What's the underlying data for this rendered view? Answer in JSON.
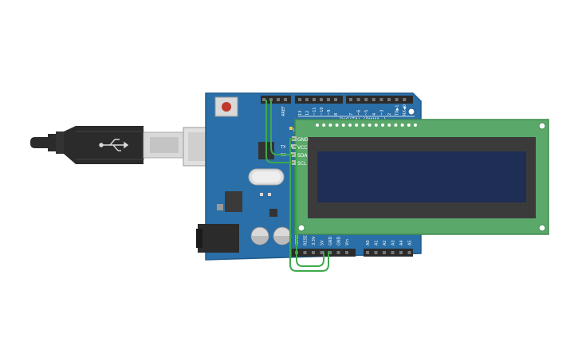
{
  "board": {
    "digital_label": "DIGITAL (PWM~)",
    "aref_label": "AREF",
    "l_label": "L",
    "tx_label": "TX",
    "rx_label": "RX",
    "top_pins": [
      "13",
      "12",
      "~11",
      "~10",
      "~9",
      "8",
      "7",
      "~6",
      "~5",
      "4",
      "~3",
      "2",
      "TX▶1",
      "RX◀0"
    ],
    "power_pins": [
      "IOREF",
      "RESET",
      "3.3V",
      "5V",
      "GND",
      "GND",
      "Vin"
    ],
    "analog_pins": [
      "A0",
      "A1",
      "A2",
      "A3",
      "A4",
      "A5"
    ]
  },
  "lcd": {
    "i2c_pins": [
      "GND",
      "VCC",
      "SDA",
      "SCL"
    ]
  },
  "colors": {
    "board": "#2a6fa8",
    "lcd_pcb": "#5aa86a",
    "lcd_screen": "#1f2e55",
    "wire": "#3daa4a",
    "usb_cable": "#2b2b2b"
  },
  "icons": {
    "usb": "usb-icon"
  }
}
